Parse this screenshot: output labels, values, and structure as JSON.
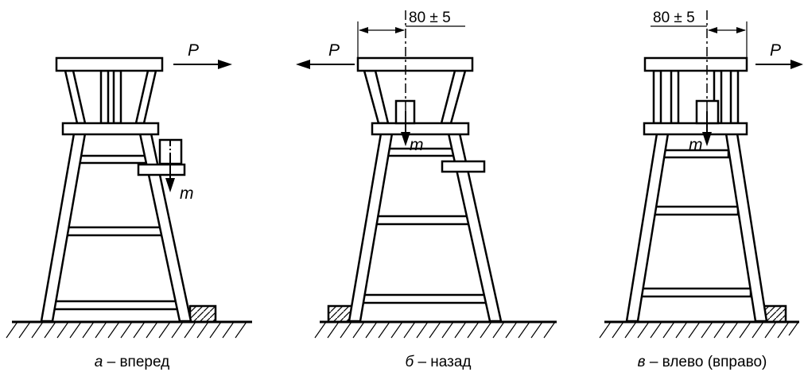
{
  "labels": {
    "force": "P",
    "mass": "m",
    "offset": "80 ± 5"
  },
  "panels": [
    {
      "letter": "а",
      "caption": " – вперед"
    },
    {
      "letter": "б",
      "caption": " – назад"
    },
    {
      "letter": "в",
      "caption": " – влево (вправо)"
    }
  ]
}
